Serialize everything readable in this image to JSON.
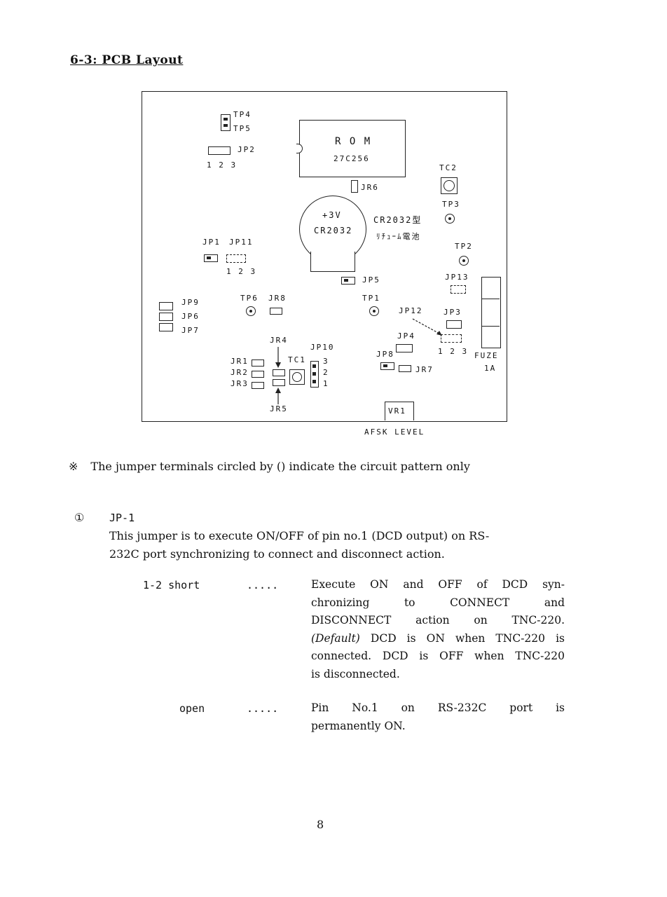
{
  "page": {
    "title": "6-3: PCB Layout",
    "page_number": "8"
  },
  "pcb": {
    "rom_label": "R O M",
    "rom_part": "27C256",
    "battery_voltage": "+3V",
    "battery_model": "CR2032",
    "battery_type": "CR2032型",
    "battery_kana": "ﾘﾁｭｰﾑ電池",
    "tp4": "TP4",
    "tp5": "TP5",
    "jp2": "JP2",
    "jp2_pins": "1 2 3",
    "tc2": "TC2",
    "jr6": "JR6",
    "tp3": "TP3",
    "jp1": "JP1",
    "jp11": "JP11",
    "jp11_pins": "1 2 3",
    "tp2": "TP2",
    "jp5": "JP5",
    "jp13": "JP13",
    "jp9": "JP9",
    "jp6": "JP6",
    "jp7": "JP7",
    "tp6": "TP6",
    "jr8": "JR8",
    "tp1": "TP1",
    "jp12": "JP12",
    "jp3": "JP3",
    "jr4": "JR4",
    "jp4": "JP4",
    "jp3_pins": "1 2 3",
    "fuze": "FUZE",
    "fuze_rating": "1A",
    "jp10": "JP10",
    "jp10_pin3": "3",
    "jp10_pin2": "2",
    "jp10_pin1": "1",
    "jp8": "JP8",
    "jr1": "JR1",
    "jr2": "JR2",
    "jr3": "JR3",
    "tc1": "TC1",
    "jr7": "JR7",
    "jr5": "JR5",
    "vr1": "VR1",
    "afsk_level": "AFSK LEVEL"
  },
  "note": {
    "mark": "※",
    "text": "The jumper terminals circled by () indicate the circuit pattern only"
  },
  "section": {
    "marker": "①",
    "heading": "JP-1",
    "intro_line1": "This jumper is to execute ON/OFF of pin no.1 (DCD output) on RS-",
    "intro_line2": "232C port synchronizing to connect and disconnect action."
  },
  "settings": [
    {
      "setting": "1-2 short",
      "dots": ".....",
      "lines": [
        "Execute ON and OFF of DCD syn-",
        "chronizing to CONNECT and",
        "DISCONNECT action on TNC-220.",
        "DCD is ON when TNC-220 is",
        "connected. DCD is OFF when TNC-220",
        "is disconnected."
      ],
      "default_label": "(Default)"
    },
    {
      "setting": "open",
      "dots": ".....",
      "lines": [
        "Pin No.1 on RS-232C port is",
        "permanently ON."
      ]
    }
  ]
}
